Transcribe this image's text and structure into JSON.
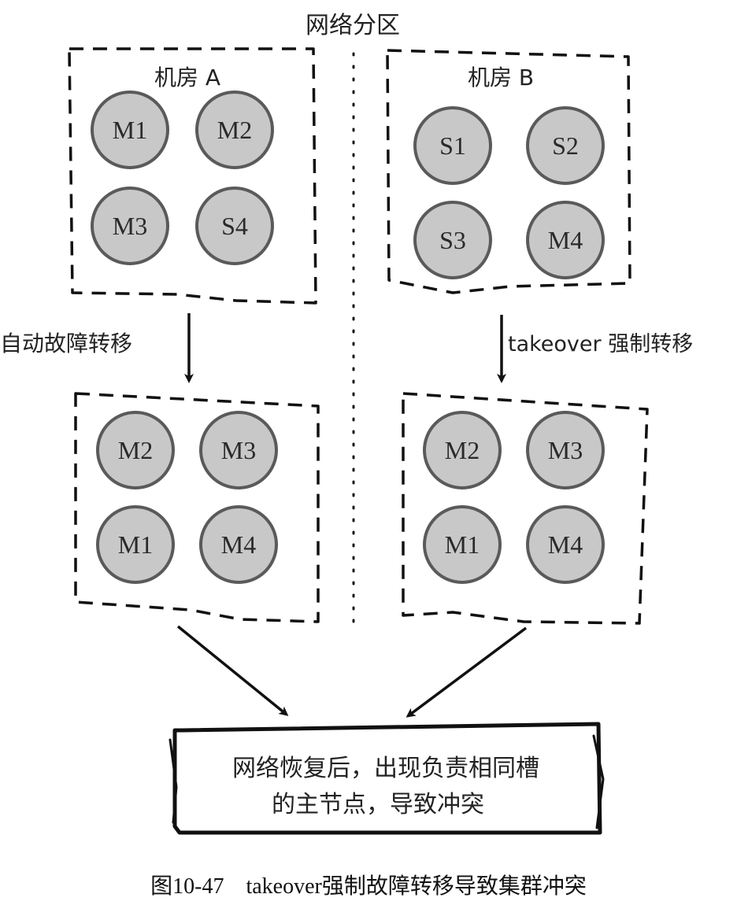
{
  "title": "网络分区",
  "room_a": {
    "label": "机房 A",
    "nodes": [
      "M1",
      "M2",
      "M3",
      "S4"
    ]
  },
  "room_b": {
    "label": "机房 B",
    "nodes": [
      "S1",
      "S2",
      "S3",
      "M4"
    ]
  },
  "left_arrow_label": "自动故障转移",
  "right_arrow_label": "takeover 强制转移",
  "left_result": {
    "nodes": [
      "M2",
      "M3",
      "M1",
      "M4"
    ]
  },
  "right_result": {
    "nodes": [
      "M2",
      "M3",
      "M1",
      "M4"
    ]
  },
  "conclusion": {
    "line1": "网络恢复后，出现负责相同槽",
    "line2": "的主节点，导致冲突"
  },
  "caption": "图10-47　takeover强制故障转移导致集群冲突",
  "colors": {
    "node_fill": "#c8c8c8",
    "node_stroke": "#5a5a5a",
    "line": "#111111"
  }
}
